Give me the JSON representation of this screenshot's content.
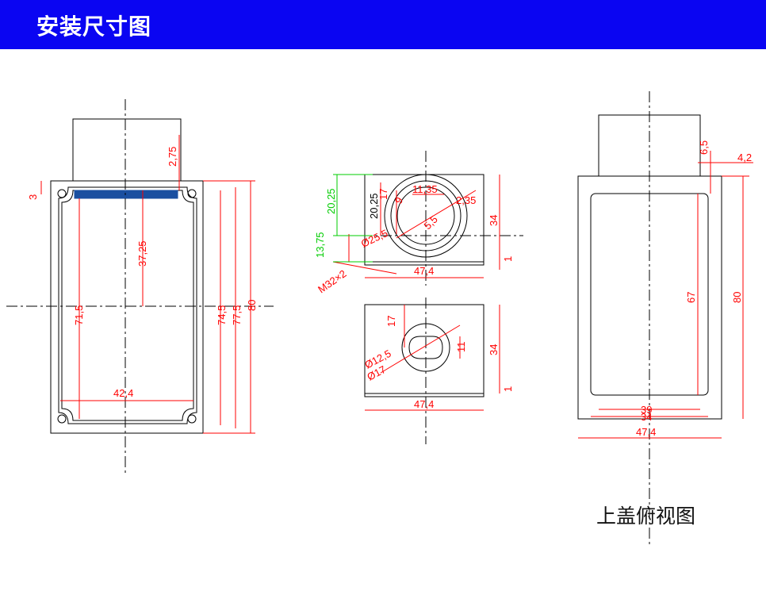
{
  "header": {
    "title": "安装尺寸图"
  },
  "caption": "上盖俯视图",
  "colors": {
    "header_bg": "#0a05f2",
    "dimension": "#ff0000",
    "dimension_alt": "#00cc00",
    "outline": "#000000"
  },
  "front_view": {
    "dims": {
      "top_gap": "2,75",
      "edge": "3",
      "depth": "37,25",
      "inner_h": "71,5",
      "h1": "74,5",
      "h2": "77,5",
      "h3": "80",
      "inner_w": "42,4"
    }
  },
  "side_view": {
    "dims": {
      "a": "20,25",
      "a_green": "20,25",
      "b": "13,75",
      "c": "17",
      "d": "9",
      "e": "11,35",
      "f": "2,35",
      "g": "5,5",
      "dia": "Ø25,5",
      "thread": "M32×2",
      "h": "34",
      "t": "1",
      "w": "47,4"
    }
  },
  "bottom_view": {
    "dims": {
      "c": "17",
      "d": "11",
      "dia1": "Ø12,5",
      "dia2": "Ø17",
      "h": "34",
      "t": "1",
      "w": "47,4"
    }
  },
  "top_view": {
    "dims": {
      "a": "6,5",
      "b": "4,2",
      "inner_h": "67",
      "h": "80",
      "w1": "39",
      "w2": "34",
      "w": "47,4"
    }
  }
}
